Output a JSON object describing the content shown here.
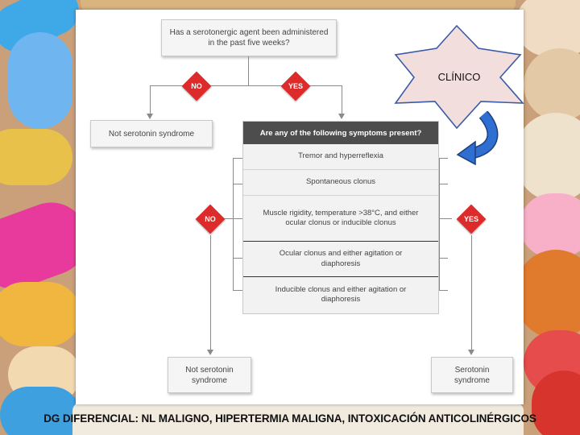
{
  "flowchart": {
    "question": "Has a serotonergic agent been administered in the past five weeks?",
    "no_label": "NO",
    "yes_label": "YES",
    "not_serotonin_top": "Not serotonin syndrome",
    "symptoms_header": "Are any of the following symptoms present?",
    "symptoms": [
      "Tremor and hyperreflexia",
      "Spontaneous clonus",
      "Muscle rigidity, temperature >38°C, and either ocular clonus or inducible clonus",
      "Ocular clonus and either agitation or diaphoresis",
      "Inducible clonus and either agitation or diaphoresis"
    ],
    "not_serotonin_bottom": "Not serotonin syndrome",
    "serotonin_bottom": "Serotonin syndrome"
  },
  "star_label": "CLÍNICO",
  "caption": "DG DIFERENCIAL: NL MALIGNO, HIPERTERMIA MALIGNA, INTOXICACIÓN ANTICOLINÉRGICOS",
  "colors": {
    "diamond_red": "#dd2b2b",
    "star_fill": "#f3dede",
    "star_border": "#3b5ba7",
    "arrow_blue": "#2f6fd1",
    "header_dark": "#4d4d4d"
  }
}
